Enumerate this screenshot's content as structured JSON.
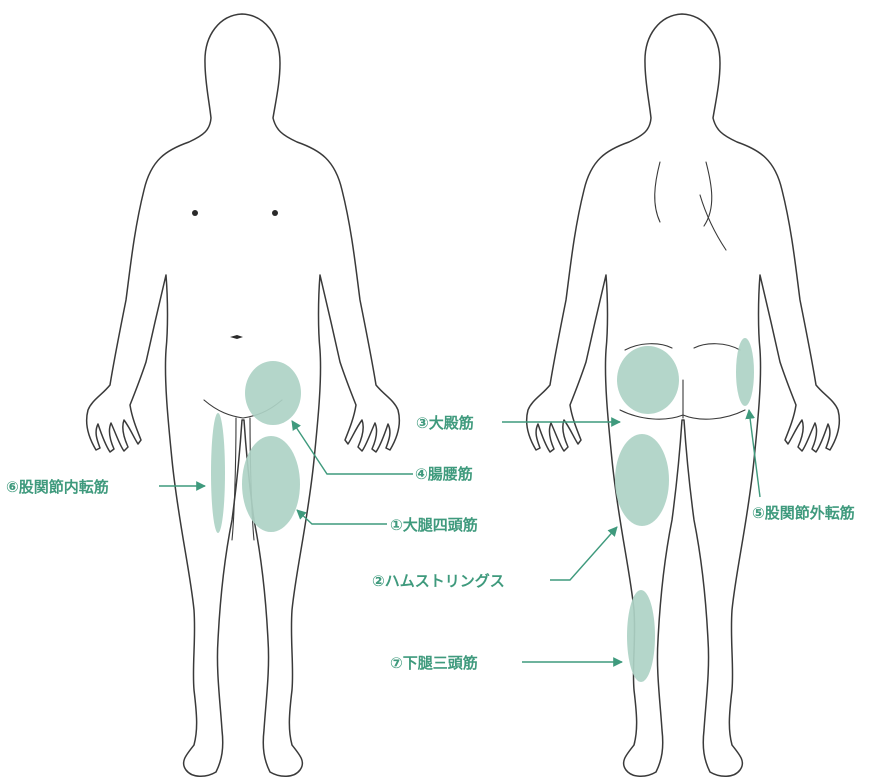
{
  "colors": {
    "muscle_fill": "#aed3c6",
    "label": "#3f9a7d",
    "outline": "#3a3a3a"
  },
  "labels": {
    "quadriceps": "①大腿四頭筋",
    "hamstrings": "②ハムストリングス",
    "gluteus_maximus": "③大殿筋",
    "iliopsoas": "④腸腰筋",
    "hip_abductors": "⑤股関節外転筋",
    "hip_adductors": "⑥股関節内転筋",
    "triceps_surae": "⑦下腿三頭筋"
  }
}
